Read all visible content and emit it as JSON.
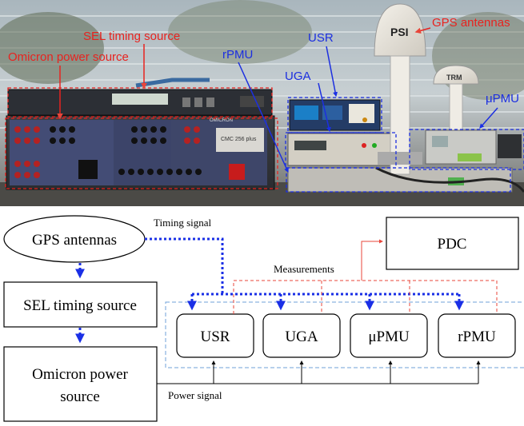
{
  "photo_labels": {
    "sel": "SEL timing source",
    "omicron": "Omicron power source",
    "usr": "USR",
    "uga": "UGA",
    "rpmu": "rPMU",
    "gps": "GPS antennas",
    "upmu": "μPMU"
  },
  "device_text": {
    "psi": "PSI",
    "trm": "TRM",
    "omicron_brand": "OMICRON",
    "omicron_model": "CMC 256 plus"
  },
  "nodes": {
    "gps": "GPS antennas",
    "sel": "SEL timing source",
    "omicron_line1": "Omicron power",
    "omicron_line2": "source",
    "pdc": "PDC",
    "usr": "USR",
    "uga": "UGA",
    "upmu": "μPMU",
    "rpmu": "rPMU"
  },
  "edge_labels": {
    "timing": "Timing signal",
    "measurements": "Measurements",
    "power": "Power signal"
  },
  "colors": {
    "red_label": "#e8231f",
    "blue_label": "#1c2fe0",
    "timing_arrow": "#1a2fe6",
    "measure_line": "#e8463a",
    "group_box": "#6fa0d8"
  }
}
